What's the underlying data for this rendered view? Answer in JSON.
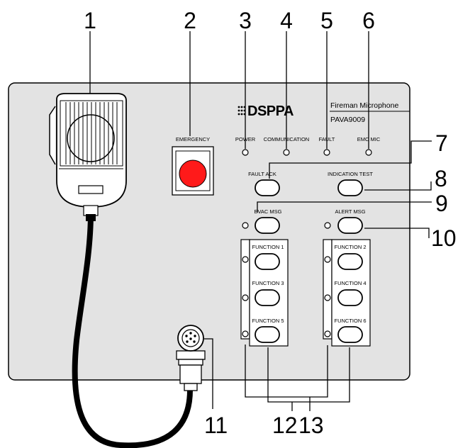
{
  "brand": {
    "logo": "DSPPA",
    "product_name": "Fireman Microphone",
    "model": "PAVA9009"
  },
  "labels": {
    "emergency": "EMERGENCY",
    "power": "POWER",
    "communication": "COMMUNICATION",
    "fault": "FAULT",
    "emc_mic": "EMC MIC",
    "fault_ack": "FAULT ACK",
    "indication_test": "INDICATION TEST",
    "evac_msg": "EVAC MSG",
    "alert_msg": "ALERT MSG",
    "function_1": "FUNCTION 1",
    "function_2": "FUNCTION 2",
    "function_3": "FUNCTION 3",
    "function_4": "FUNCTION 4",
    "function_5": "FUNCTION 5",
    "function_6": "FUNCTION 6"
  },
  "callouts": [
    "1",
    "2",
    "3",
    "4",
    "5",
    "6",
    "7",
    "8",
    "9",
    "10",
    "11",
    "12",
    "13"
  ],
  "colors": {
    "panel": "#e3e3e3",
    "emergency_button": "#ff1a1a",
    "outline": "#000000"
  }
}
